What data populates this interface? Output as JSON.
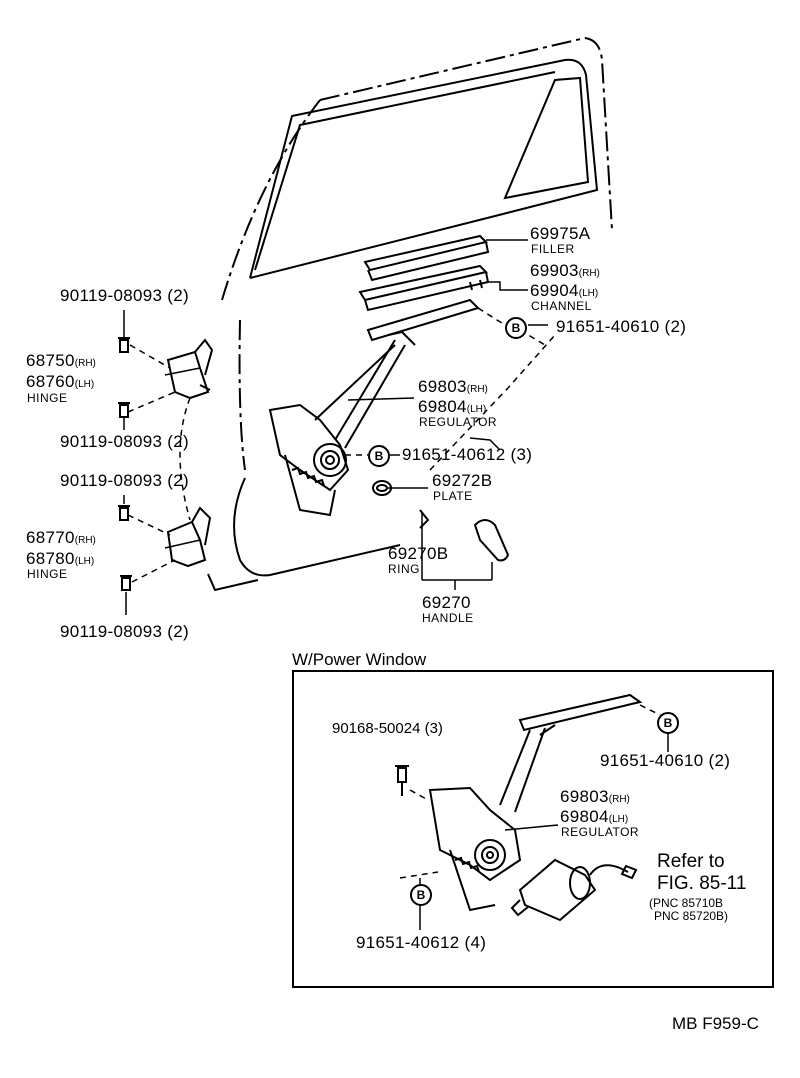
{
  "callouts": {
    "filler": {
      "part": "69975A",
      "name": "FILLER"
    },
    "channel": {
      "part_rh": "69903",
      "rh": "(RH)",
      "part_lh": "69904",
      "lh": "(LH)",
      "name": "CHANNEL"
    },
    "bolt_b_top": {
      "marker": "B",
      "part": "91651-40610 (2)"
    },
    "regulator": {
      "part_rh": "69803",
      "rh": "(RH)",
      "part_lh": "69804",
      "lh": "(LH)",
      "name": "REGULATOR"
    },
    "bolt_b_mid": {
      "marker": "B",
      "part": "91651-40612 (3)"
    },
    "plate": {
      "part": "69272B",
      "name": "PLATE"
    },
    "ring": {
      "part": "69270B",
      "name": "RING"
    },
    "handle": {
      "part": "69270",
      "name": "HANDLE"
    },
    "bolt_upper_1": {
      "part": "90119-08093 (2)"
    },
    "hinge_upper": {
      "part_rh": "68750",
      "rh": "(RH)",
      "part_lh": "68760",
      "lh": "(LH)",
      "name": "HINGE"
    },
    "bolt_upper_2": {
      "part": "90119-08093 (2)"
    },
    "bolt_lower_1": {
      "part": "90119-08093 (2)"
    },
    "hinge_lower": {
      "part_rh": "68770",
      "rh": "(RH)",
      "part_lh": "68780",
      "lh": "(LH)",
      "name": "HINGE"
    },
    "bolt_lower_2": {
      "part": "90119-08093 (2)"
    }
  },
  "power_window": {
    "title": "W/Power Window",
    "screw": {
      "part": "90168-50024 (3)"
    },
    "bolt_b_top": {
      "marker": "B",
      "part": "91651-40610 (2)"
    },
    "regulator": {
      "part_rh": "69803",
      "rh": "(RH)",
      "part_lh": "69804",
      "lh": "(LH)",
      "name": "REGULATOR"
    },
    "refer": {
      "line1": "Refer to",
      "line2": "FIG. 85-11",
      "pnc1": "(PNC 85710B",
      "pnc2": "PNC 85720B)"
    },
    "bolt_b_bottom": {
      "marker": "B",
      "part": "91651-40612 (4)"
    }
  },
  "figure_id": "MB  F959-C"
}
